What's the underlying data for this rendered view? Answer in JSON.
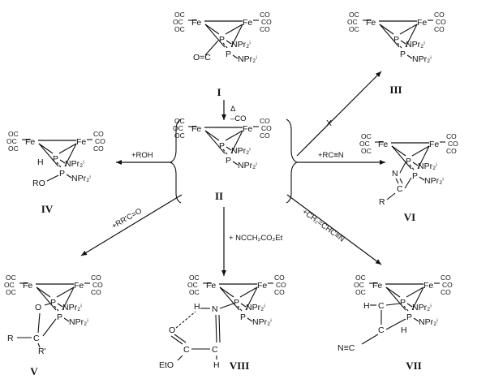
{
  "co_ligand": "CO",
  "co_ligand_left": "OC",
  "metal": "Fe",
  "phosphorus": "P",
  "amine": "NPr₂ⁱ",
  "compounds": {
    "I": {
      "label": "I",
      "extra": [
        "O=C"
      ]
    },
    "II": {
      "label": "II"
    },
    "III": {
      "label": "III"
    },
    "IV": {
      "label": "IV",
      "extra": [
        "H",
        "RO"
      ]
    },
    "V": {
      "label": "V",
      "extra": [
        "O",
        "R",
        "C",
        "R'"
      ]
    },
    "VI": {
      "label": "VI",
      "extra": [
        "N",
        "C",
        "R"
      ]
    },
    "VII": {
      "label": "VII",
      "extra": [
        "H",
        "C",
        "C",
        "H",
        "N≡C"
      ]
    },
    "VIII": {
      "label": "VIII",
      "extra": [
        "H",
        "N",
        "O",
        "C",
        "C",
        "H",
        "EtO"
      ]
    }
  },
  "reactions": {
    "heat": "Δ",
    "loss": "–CO",
    "to_IV": "+ROH",
    "to_VI": "+RC≡N",
    "to_V": "+RR'C=O",
    "to_VIII": "+ NCCH₂CO₂Et",
    "to_VII": "+CH₂=CHC≡N",
    "blocked": "X"
  }
}
